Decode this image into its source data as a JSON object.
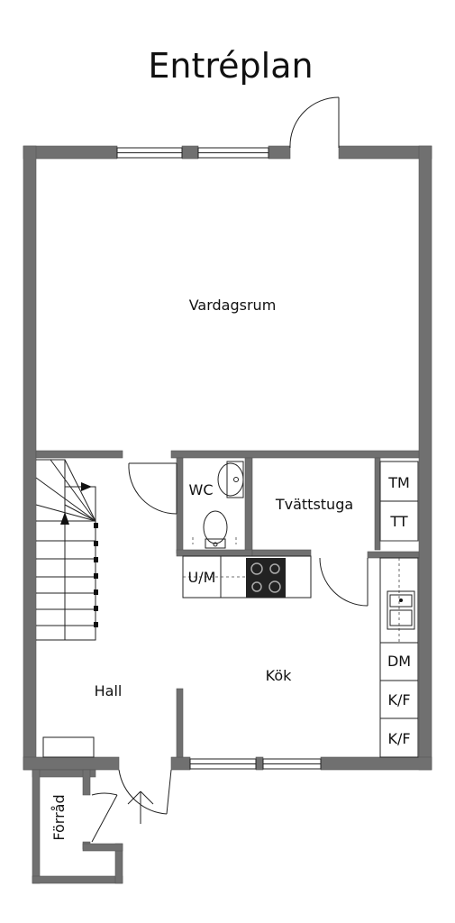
{
  "title": "Entréplan",
  "rooms": {
    "vardagsrum": "Vardagsrum",
    "wc": "WC",
    "tvattstuga": "Tvättstuga",
    "kok": "Kök",
    "hall": "Hall",
    "forrad": "Förråd"
  },
  "appliances": {
    "tm": "TM",
    "tt": "TT",
    "um": "U/M",
    "dm": "DM",
    "kf1": "K/F",
    "kf2": "K/F"
  }
}
